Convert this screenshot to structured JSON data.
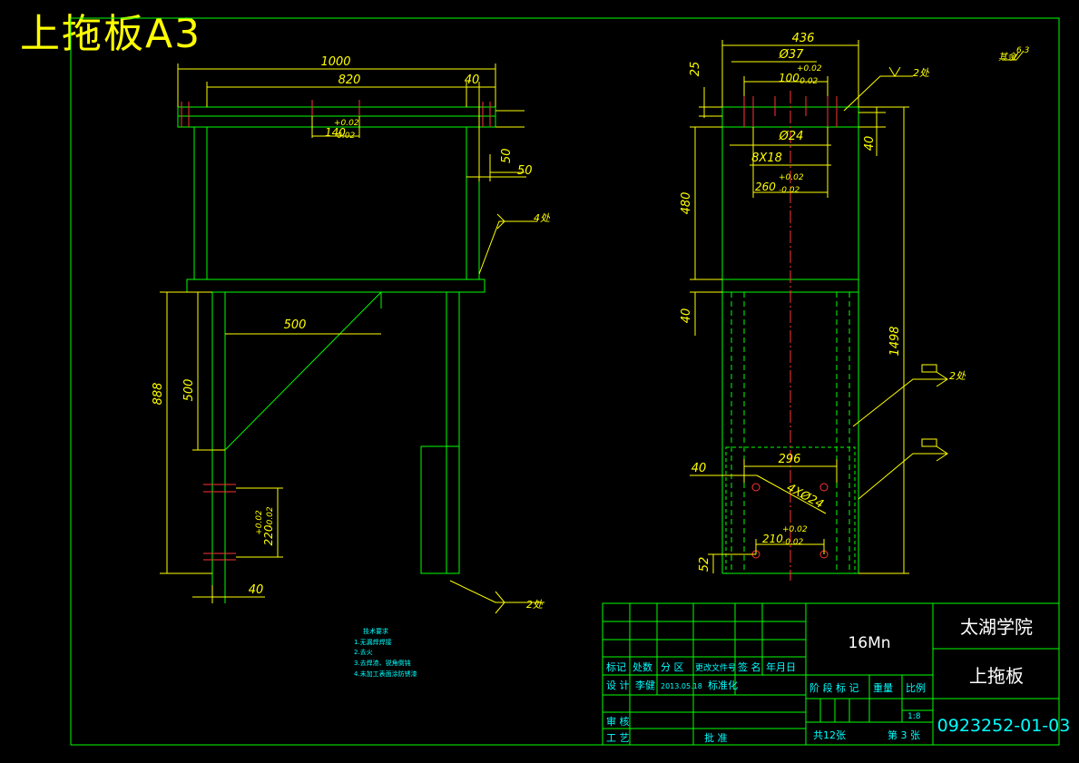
{
  "sheet_title": "上拖板A3",
  "front_view": {
    "dim_1000": "1000",
    "dim_820": "820",
    "dim_40_top": "40",
    "dim_140": "140",
    "tol_140_up": "+0.02",
    "tol_140_dn": "-0.02",
    "dim_50a": "50",
    "dim_50b": "50",
    "weld_4": "4处",
    "dim_500_h": "500",
    "dim_888": "888",
    "dim_500_v": "500",
    "dim_220": "220",
    "tol_220_up": "+0.02",
    "tol_220_dn": "-0.02",
    "dim_40_bottom": "40",
    "weld_2_bottom": "2处"
  },
  "side_view": {
    "dim_436": "436",
    "dim_phi37": "Ø37",
    "dim_100": "100",
    "tol_100_up": "+0.02",
    "tol_100_dn": "-0.02",
    "dim_25": "25",
    "weld_2_top": "2处",
    "roughness": "其余",
    "roughness_val": "6.3",
    "dim_40_right": "40",
    "dim_phi24": "Ø24",
    "dim_8x18": "8X18",
    "dim_260": "260",
    "tol_260_up": "+0.02",
    "tol_260_dn": "-0.02",
    "dim_480": "480",
    "dim_40_left": "40",
    "dim_1498": "1498",
    "weld_2_mid": "2处",
    "dim_296": "296",
    "dim_40_low": "40",
    "dim_4xphi24": "4XØ24",
    "dim_210": "210",
    "tol_210_up": "+0.02",
    "tol_210_dn": "-0.02",
    "dim_52": "52"
  },
  "tech_notes": {
    "title": "技术要求",
    "items": [
      "1.无漏焊焊接",
      "2.去火",
      "3.去焊渣、锐角倒钝",
      "4.未加工表面涂防锈漆"
    ]
  },
  "title_block": {
    "material": "16Mn",
    "school": "太湖学院",
    "part_name": "上拖板",
    "drawing_no": "0923252-01-03",
    "h_mark": "标记",
    "h_count": "处数",
    "h_zone": "分 区",
    "h_change": "更改文件号",
    "h_sign": "签 名",
    "h_date": "年月日",
    "design": "设 计",
    "designer": "李健",
    "design_date": "2013.05.18",
    "standard": "标准化",
    "review": "审 核",
    "process": "工 艺",
    "approve": "批 准",
    "stage": "阶 段 标 记",
    "weight": "重量",
    "scale_label": "比例",
    "scale": "1:8",
    "total_sheets": "共12张",
    "sheet_no": "第 3 张"
  }
}
